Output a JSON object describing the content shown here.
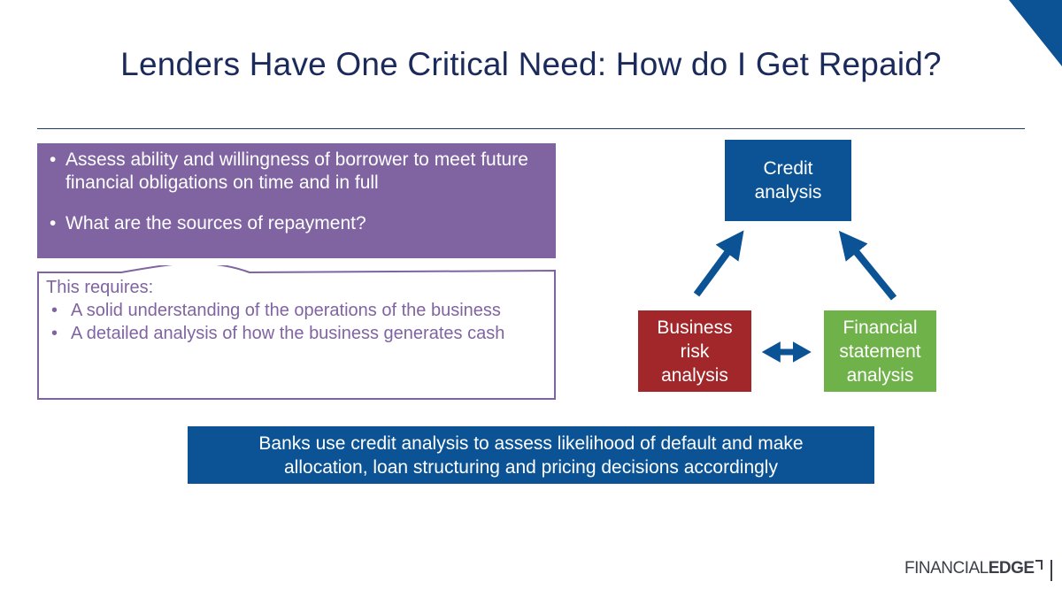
{
  "slide": {
    "title": "Lenders Have One Critical Need: How do I Get Repaid?"
  },
  "purple_box": {
    "bullets": [
      "Assess ability and willingness of borrower to meet future financial obligations on time and in full",
      "What are the sources of repayment?"
    ],
    "bullet_char": "•"
  },
  "requirements": {
    "heading": "This requires:",
    "items": [
      "A solid understanding of the operations of the business",
      "A detailed analysis of how the business generates cash"
    ]
  },
  "diagram": {
    "credit": {
      "line1": "Credit",
      "line2": "analysis"
    },
    "business": {
      "line1": "Business",
      "line2": "risk",
      "line3": "analysis"
    },
    "financial": {
      "line1": "Financial",
      "line2": "statement",
      "line3": "analysis"
    }
  },
  "conclusion": {
    "line1": "Banks use credit analysis to assess likelihood of default and  make",
    "line2": "allocation, loan structuring and pricing decisions accordingly"
  },
  "logo": {
    "light": "FINANCIAL",
    "bold": "EDGE"
  },
  "colors": {
    "title": "#1a2a5a",
    "purple": "#8064a2",
    "blue": "#0b5394",
    "red": "#a2272b",
    "green": "#6fb24a"
  }
}
